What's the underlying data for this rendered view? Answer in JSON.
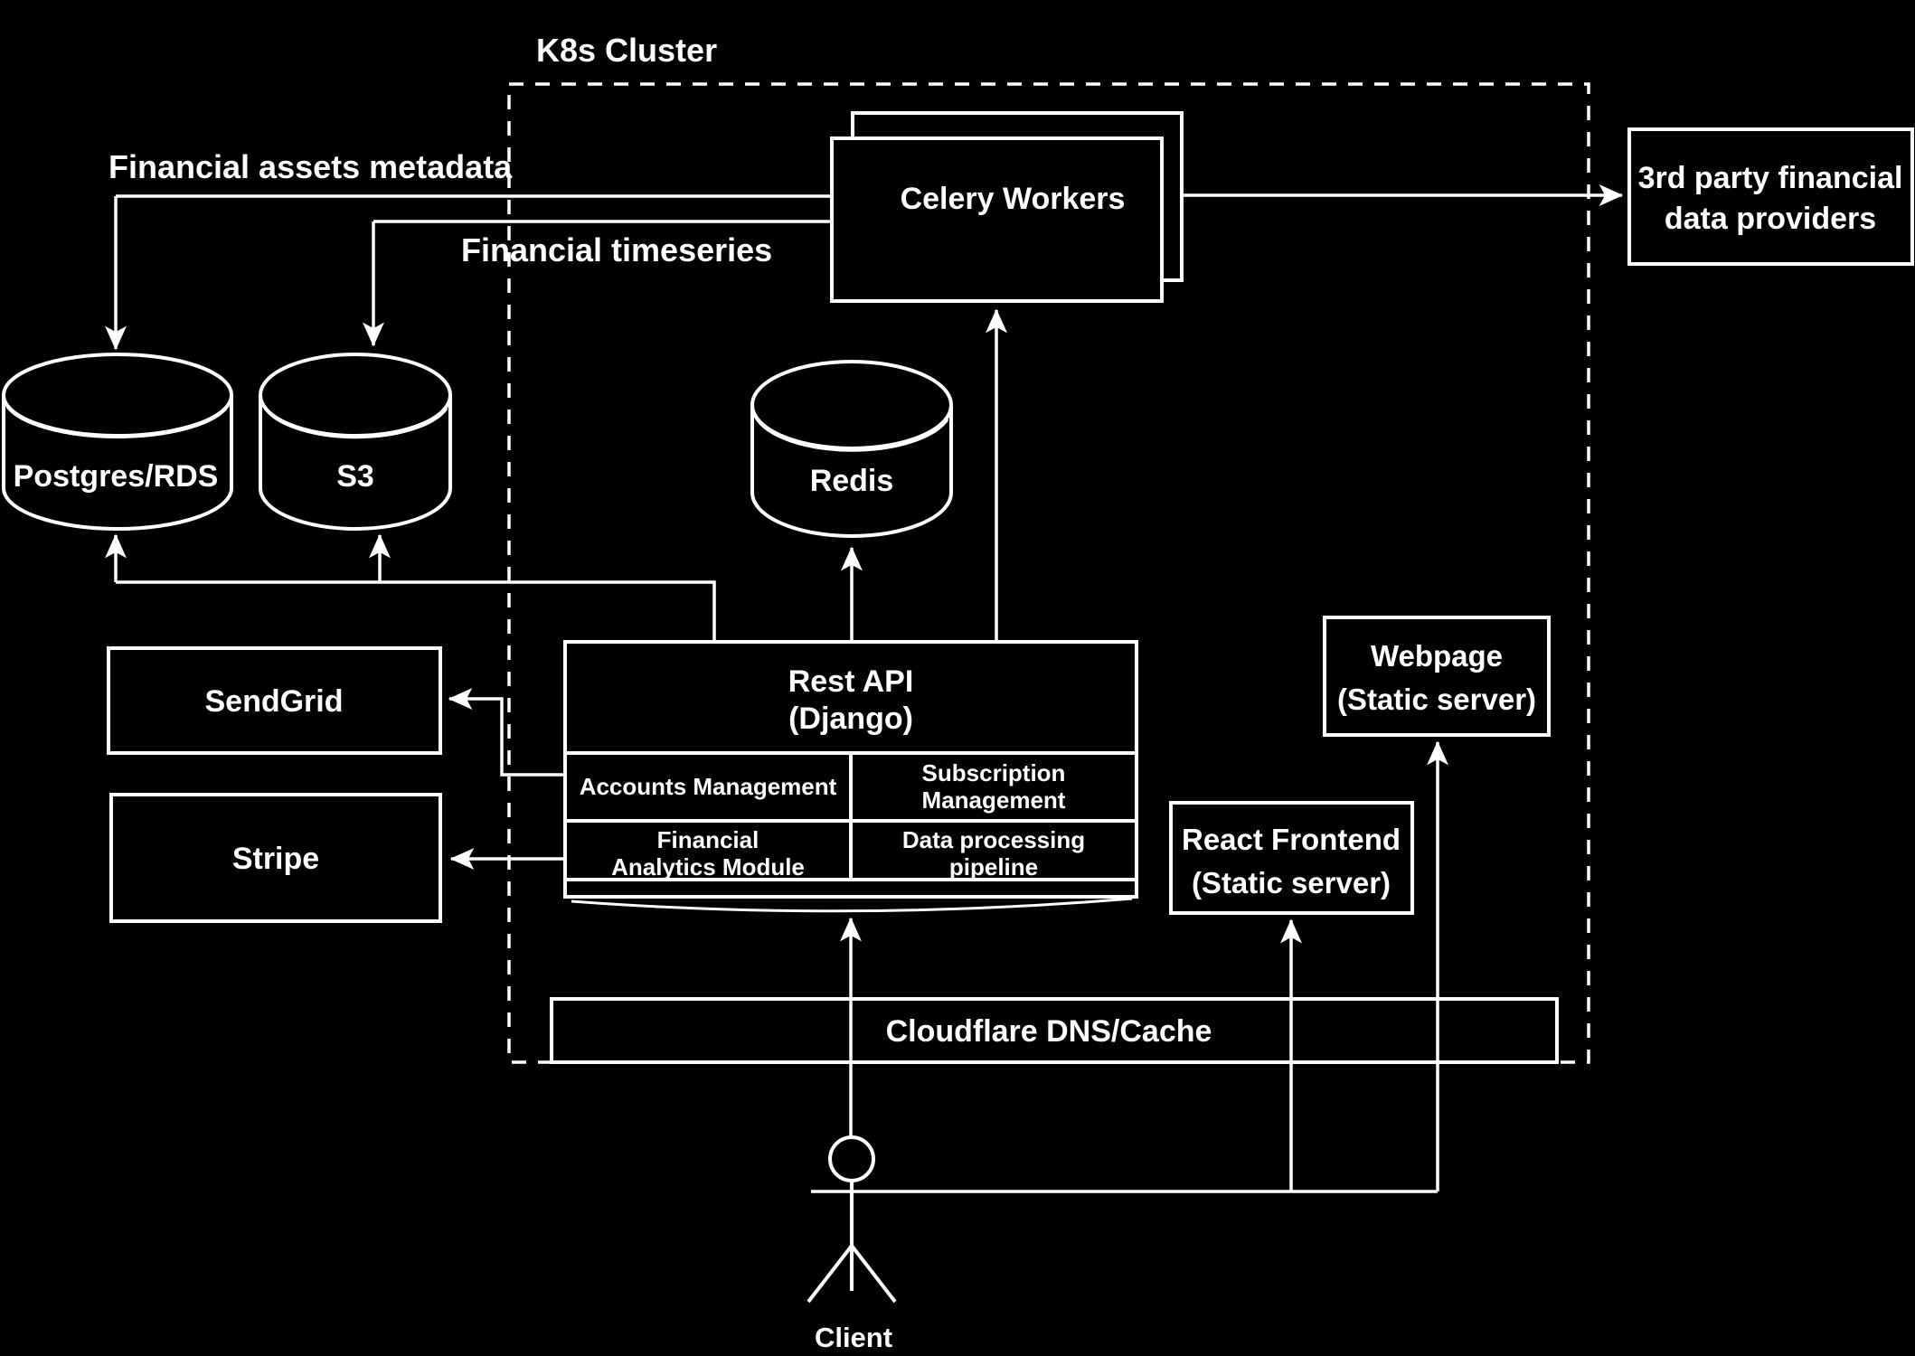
{
  "diagram": {
    "cluster_label": "K8s Cluster",
    "colors": {
      "background": "#000000",
      "line": "#ffffff",
      "text": "#ffffff"
    },
    "edge_labels": {
      "assets_metadata": "Financial assets metadata",
      "timeseries": "Financial timeseries"
    },
    "nodes": {
      "celery": {
        "label": "Celery Workers"
      },
      "providers": {
        "line1": "3rd party financial",
        "line2": "data providers"
      },
      "postgres": {
        "label": "Postgres/RDS"
      },
      "s3": {
        "label": "S3"
      },
      "redis": {
        "label": "Redis"
      },
      "rest_api": {
        "title_line1": "Rest API",
        "title_line2": "(Django)",
        "cells": {
          "accounts": "Accounts Management",
          "subscription_line1": "Subscription",
          "subscription_line2": "Management",
          "analytics_line1": "Financial",
          "analytics_line2": "Analytics Module",
          "pipeline_line1": "Data processing",
          "pipeline_line2": "pipeline"
        }
      },
      "sendgrid": {
        "label": "SendGrid"
      },
      "stripe": {
        "label": "Stripe"
      },
      "webpage": {
        "line1": "Webpage",
        "line2": "(Static server)"
      },
      "react": {
        "line1": "React Frontend",
        "line2": "(Static server)"
      },
      "cloudflare": {
        "label": "Cloudflare DNS/Cache"
      },
      "client": {
        "label": "Client"
      }
    }
  }
}
